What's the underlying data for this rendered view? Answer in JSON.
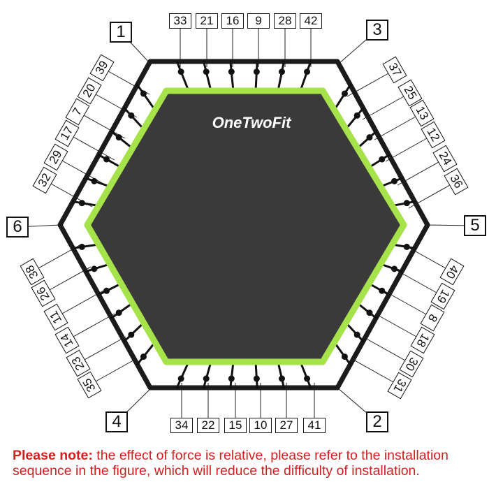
{
  "brand": "OneTwoFit",
  "colors": {
    "frame": "#1b1b1b",
    "mat": "#3a3a3a",
    "edge": "#a6e24a",
    "note": "#d02020"
  },
  "leg_labels": {
    "top_left": "1",
    "top_right": "3",
    "right": "5",
    "bottom_right": "2",
    "bottom_left": "4",
    "left": "6"
  },
  "spring_labels": {
    "top": [
      "33",
      "21",
      "16",
      "9",
      "28",
      "42"
    ],
    "upper_right": [
      "37",
      "25",
      "13",
      "12",
      "24",
      "36"
    ],
    "lower_right": [
      "40",
      "19",
      "8",
      "18",
      "30",
      "31"
    ],
    "bottom": [
      "34",
      "22",
      "15",
      "10",
      "27",
      "41"
    ],
    "lower_left": [
      "38",
      "26",
      "11",
      "14",
      "23",
      "35"
    ],
    "upper_left": [
      "39",
      "20",
      "7",
      "17",
      "29",
      "32"
    ]
  },
  "note": {
    "prefix": "Please note:",
    "text": " the effect of force is relative, please refer to the installation sequence in the figure, which will reduce the difficulty of installation."
  }
}
